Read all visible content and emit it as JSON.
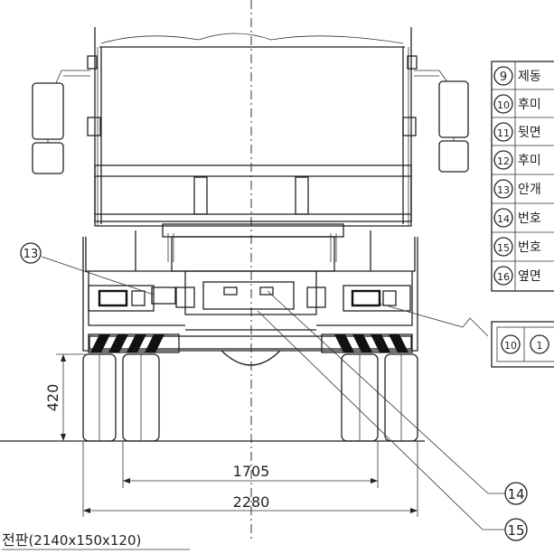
{
  "dimensions": {
    "inner_width": "1705",
    "outer_width": "2280",
    "height": "420"
  },
  "callouts": {
    "c13": "13",
    "c14": "14",
    "c15": "15"
  },
  "legend": {
    "items": [
      {
        "num": "9",
        "text": "제동"
      },
      {
        "num": "10",
        "text": "후미"
      },
      {
        "num": "11",
        "text": "뒷면"
      },
      {
        "num": "12",
        "text": "후미"
      },
      {
        "num": "13",
        "text": "안개"
      },
      {
        "num": "14",
        "text": "번호"
      },
      {
        "num": "15",
        "text": "번호"
      },
      {
        "num": "16",
        "text": "옆면"
      }
    ],
    "detail": [
      "10",
      "1"
    ]
  },
  "caption": {
    "prefix": "전판",
    "size": "(2140x150x120)"
  }
}
